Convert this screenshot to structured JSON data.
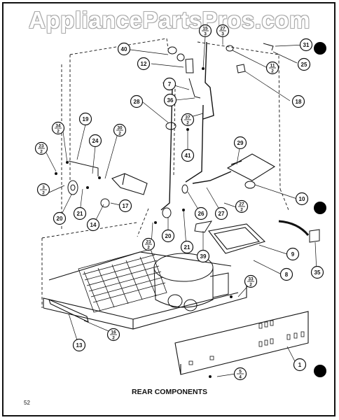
{
  "watermark": "AppliancePartsPros.com",
  "caption": "REAR COMPONENTS",
  "page_number": "52",
  "callouts": [
    {
      "id": "c40",
      "label": "40"
    },
    {
      "id": "c12",
      "label": "12"
    },
    {
      "id": "c15-3",
      "top": "15",
      "bottom": "3"
    },
    {
      "id": "c27-3",
      "top": "27",
      "bottom": "3"
    },
    {
      "id": "c31",
      "label": "31"
    },
    {
      "id": "c25",
      "label": "25"
    },
    {
      "id": "c11-2",
      "top": "11",
      "bottom": "2"
    },
    {
      "id": "c18",
      "label": "18"
    },
    {
      "id": "c7",
      "label": "7"
    },
    {
      "id": "c36",
      "label": "36"
    },
    {
      "id": "c28",
      "label": "28"
    },
    {
      "id": "c37-2",
      "top": "37",
      "bottom": "2"
    },
    {
      "id": "c41",
      "label": "41"
    },
    {
      "id": "c19",
      "label": "19"
    },
    {
      "id": "c34-2",
      "top": "34",
      "bottom": "2"
    },
    {
      "id": "c30-2",
      "top": "30",
      "bottom": "2"
    },
    {
      "id": "c23-2a",
      "top": "23",
      "bottom": "2"
    },
    {
      "id": "c24",
      "label": "24"
    },
    {
      "id": "c29",
      "label": "29"
    },
    {
      "id": "c10",
      "label": "10"
    },
    {
      "id": "c3-2",
      "top": "3",
      "bottom": "2"
    },
    {
      "id": "c20a",
      "label": "20"
    },
    {
      "id": "c21a",
      "label": "21"
    },
    {
      "id": "c14",
      "label": "14"
    },
    {
      "id": "c17",
      "label": "17"
    },
    {
      "id": "c26",
      "label": "26"
    },
    {
      "id": "c27",
      "label": "27"
    },
    {
      "id": "c27-2",
      "top": "27",
      "bottom": "2"
    },
    {
      "id": "c20b",
      "label": "20"
    },
    {
      "id": "c23-2b",
      "top": "23",
      "bottom": "2"
    },
    {
      "id": "c21b",
      "label": "21"
    },
    {
      "id": "c39",
      "label": "39"
    },
    {
      "id": "c9",
      "label": "9"
    },
    {
      "id": "c8",
      "label": "8"
    },
    {
      "id": "c35",
      "label": "35"
    },
    {
      "id": "c33-2",
      "top": "33",
      "bottom": "2"
    },
    {
      "id": "c16-2",
      "top": "16",
      "bottom": "2"
    },
    {
      "id": "c13",
      "label": "13"
    },
    {
      "id": "c1",
      "label": "1"
    },
    {
      "id": "c5-4",
      "top": "5",
      "bottom": "4"
    }
  ]
}
